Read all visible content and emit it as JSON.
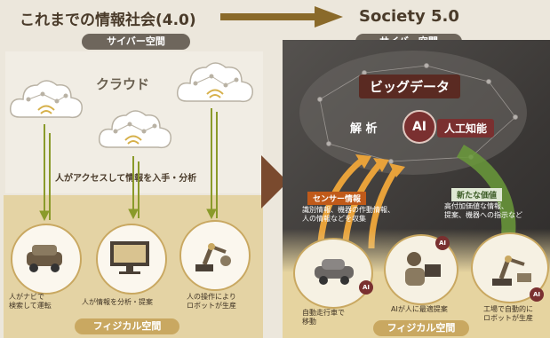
{
  "left": {
    "title": "これまでの情報社会(4.0)",
    "cyber_label": "サイバー空間",
    "cloud_label": "クラウド",
    "access_text": "人がアクセスして情報を入手・分析",
    "physical_label": "フィジカル空間",
    "items": [
      {
        "line1": "人がナビで",
        "line2": "検索して運転"
      },
      {
        "line1": "人が情報を分析・提案",
        "line2": ""
      },
      {
        "line1": "人の操作により",
        "line2": "ロボットが生産"
      }
    ]
  },
  "right": {
    "title": "Society 5.0",
    "cyber_label": "サイバー空間",
    "bigdata_label": "ビッグデータ",
    "analysis_label": "解 析",
    "ai_label": "AI",
    "ai_text": "人工知能",
    "sensor_label": "センサー情報",
    "sensor_desc1": "識別情報、機器の作動情報、",
    "sensor_desc2": "人の情報などを収集",
    "value_label": "新たな価値",
    "value_desc1": "高付加価値な情報、",
    "value_desc2": "提案、機器への指示など",
    "physical_label": "フィジカル空間",
    "items": [
      {
        "line1": "自動走行車で",
        "line2": "移動"
      },
      {
        "line1": "AIが人に最適提案",
        "line2": ""
      },
      {
        "line1": "工場で自動的に",
        "line2": "ロボットが生産"
      }
    ],
    "ai_badge": "AI"
  },
  "colors": {
    "gold": "#c9a861",
    "brown": "#7a4a2e",
    "maroon": "#7a3030",
    "orange": "#e8a23a",
    "green": "#6a9a3a"
  }
}
